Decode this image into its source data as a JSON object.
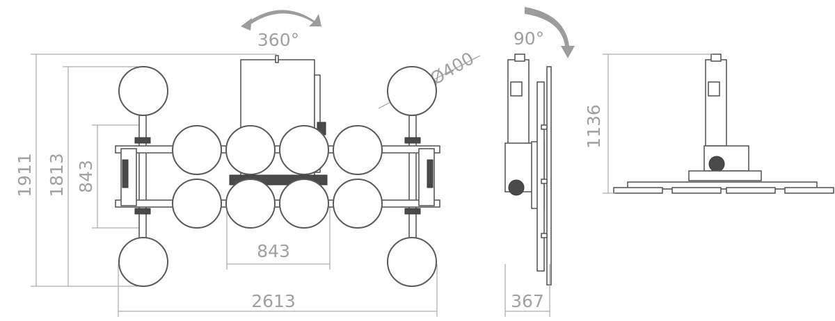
{
  "labels": {
    "rotation_horizontal": "360°",
    "rotation_vertical": "90°",
    "cup_diameter": "Ø400",
    "overall_height": "1911",
    "frame_height": "1813",
    "inner_height": "843",
    "inner_width": "843",
    "overall_width": "2613",
    "depth": "367",
    "side_height": "1136"
  },
  "colors": {
    "line": "#5a5a5a",
    "dimension": "#a0a0a0",
    "arrow": "#9c9c9c"
  }
}
